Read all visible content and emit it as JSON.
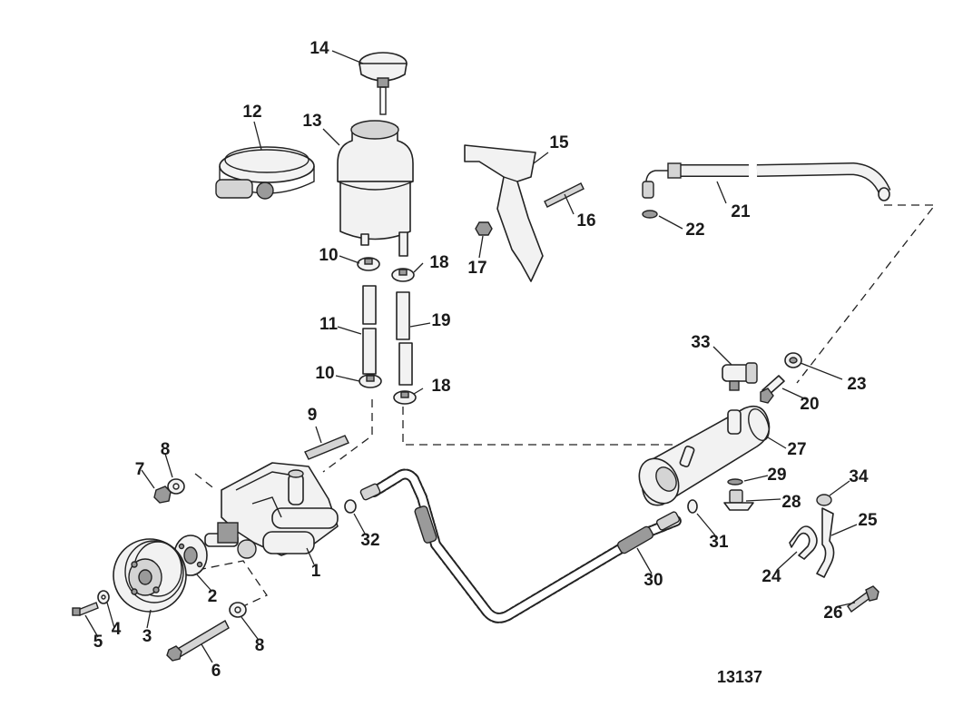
{
  "figure_number": "13137",
  "callouts": {
    "c1": "1",
    "c2": "2",
    "c3": "3",
    "c4": "4",
    "c5": "5",
    "c6": "6",
    "c7": "7",
    "c8a": "8",
    "c8b": "8",
    "c9": "9",
    "c10a": "10",
    "c10b": "10",
    "c11": "11",
    "c12": "12",
    "c13": "13",
    "c14": "14",
    "c15": "15",
    "c16": "16",
    "c17": "17",
    "c18a": "18",
    "c18b": "18",
    "c19": "19",
    "c20": "20",
    "c21": "21",
    "c22": "22",
    "c23": "23",
    "c24": "24",
    "c25": "25",
    "c26": "26",
    "c27": "27",
    "c28": "28",
    "c29": "29",
    "c30": "30",
    "c31": "31",
    "c32": "32",
    "c33": "33",
    "c34": "34"
  },
  "colors": {
    "line": "#222222",
    "fill": "#f2f2f2",
    "shade": "#9a9a9a",
    "background": "#ffffff"
  }
}
